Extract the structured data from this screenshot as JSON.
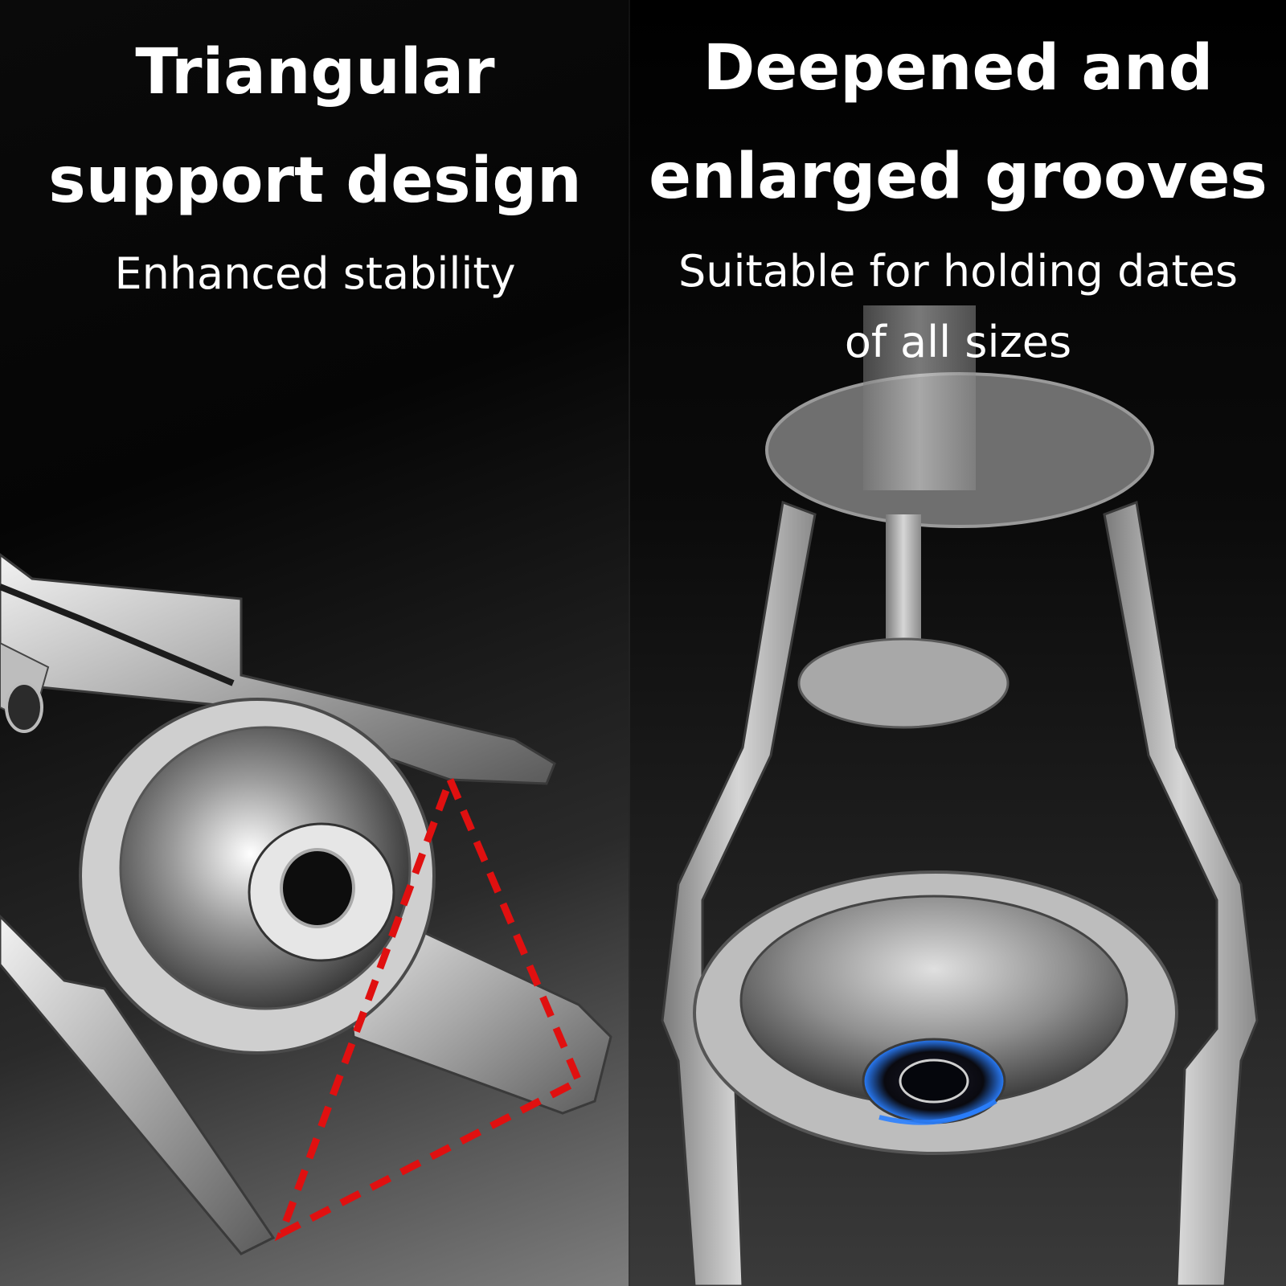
{
  "left_panel": {
    "heading_line1": "Triangular",
    "heading_line2": "support design",
    "subheading": "Enhanced stability"
  },
  "right_panel": {
    "heading_line1": "Deepened and",
    "heading_line2": "enlarged grooves",
    "subheading_line1": "Suitable for holding dates",
    "subheading_line2": "of all sizes"
  },
  "colors": {
    "text": "#ffffff",
    "triangle_accent": "#e01010",
    "groove_glow": "#2a7fff",
    "steel_light": "#d9d9d9",
    "steel_dark": "#6b6b6b"
  },
  "icons": {
    "left_image": "date-pitter-side-view-icon",
    "right_image": "date-pitter-front-view-icon"
  }
}
